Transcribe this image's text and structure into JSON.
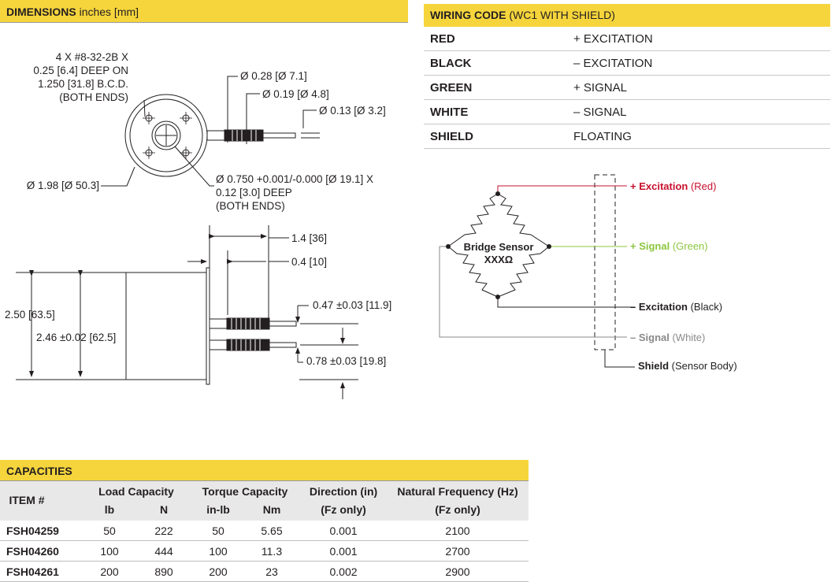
{
  "dimensions": {
    "header_bold": "DIMENSIONS",
    "header_rest": " inches [mm]",
    "labels": {
      "thread_1": "4 X #8-32-2B X",
      "thread_2": "0.25 [6.4] DEEP ON",
      "thread_3": "1.250 [31.8] B.C.D.",
      "thread_4": "(BOTH ENDS)",
      "dia_028": "Ø 0.28 [Ø 7.1]",
      "dia_019": "Ø 0.19 [Ø 4.8]",
      "dia_013": "Ø 0.13 [Ø 3.2]",
      "dia_198": "Ø 1.98 [Ø 50.3]",
      "bore_1": "Ø 0.750 +0.001/-0.000 [Ø 19.1] X",
      "bore_2": "0.12 [3.0] DEEP",
      "bore_3": "(BOTH ENDS)",
      "len_14": "1.4 [36]",
      "len_04": "0.4 [10]",
      "h_250": "2.50 [63.5]",
      "h_246": "2.46 ±0.02 [62.5]",
      "off_047": "0.47 ±0.03 [11.9]",
      "off_078": "0.78 ±0.03 [19.8]"
    }
  },
  "wiring": {
    "header_bold": "WIRING CODE",
    "header_rest": " (WC1 WITH SHIELD)",
    "rows": [
      {
        "color": "RED",
        "function": "+ EXCITATION"
      },
      {
        "color": "BLACK",
        "function": "– EXCITATION"
      },
      {
        "color": "GREEN",
        "function": "+ SIGNAL"
      },
      {
        "color": "WHITE",
        "function": "– SIGNAL"
      },
      {
        "color": "SHIELD",
        "function": "FLOATING"
      }
    ],
    "diagram": {
      "bridge_line1": "Bridge Sensor",
      "bridge_line2": "XXXΩ",
      "exc_pos_bold": "+ Excitation",
      "exc_pos_rest": " (Red)",
      "sig_pos_bold": "+ Signal",
      "sig_pos_rest": " (Green)",
      "exc_neg_bold": "– Excitation",
      "exc_neg_rest": " (Black)",
      "sig_neg_bold": "– Signal",
      "sig_neg_rest": " (White)",
      "shield_bold": "Shield",
      "shield_rest": " (Sensor Body)",
      "colors": {
        "red": "#c8102e",
        "green": "#8cc63f",
        "black": "#231f20",
        "white": "#8a8a8a"
      }
    }
  },
  "capacities": {
    "header": "CAPACITIES",
    "col_item": "ITEM #",
    "col_load": "Load Capacity",
    "col_torque": "Torque Capacity",
    "col_dir": "Direction (in)",
    "col_freq": "Natural Frequency (Hz)",
    "sub_lb": "lb",
    "sub_n": "N",
    "sub_inlb": "in-lb",
    "sub_nm": "Nm",
    "sub_dir": "(Fz only)",
    "sub_freq": "(Fz only)",
    "rows": [
      {
        "item": "FSH04259",
        "lb": "50",
        "n": "222",
        "inlb": "50",
        "nm": "5.65",
        "dir": "0.001",
        "freq": "2100"
      },
      {
        "item": "FSH04260",
        "lb": "100",
        "n": "444",
        "inlb": "100",
        "nm": "11.3",
        "dir": "0.001",
        "freq": "2700"
      },
      {
        "item": "FSH04261",
        "lb": "200",
        "n": "890",
        "inlb": "200",
        "nm": "23",
        "dir": "0.002",
        "freq": "2900"
      }
    ]
  }
}
